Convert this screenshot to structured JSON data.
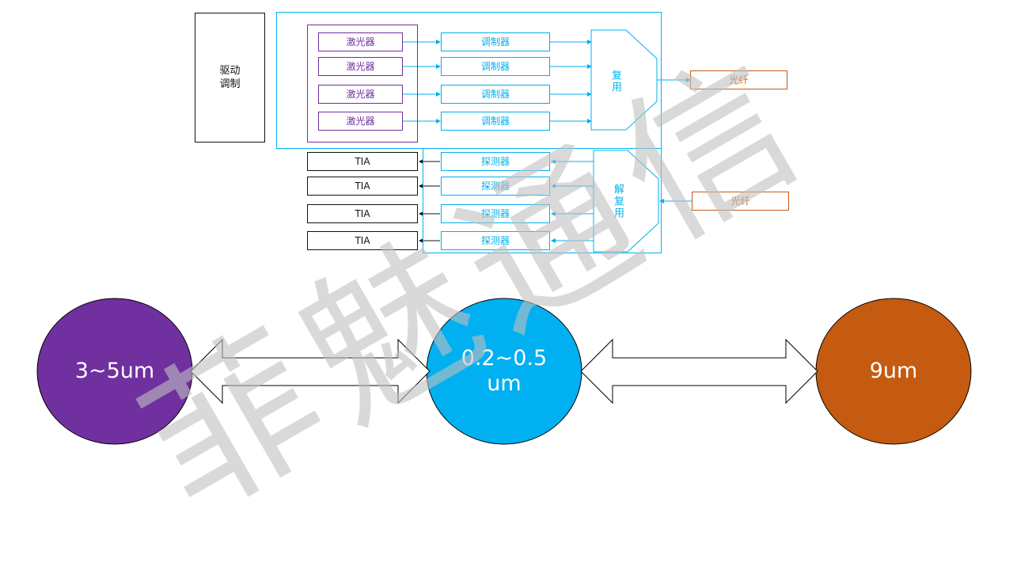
{
  "top_block": {
    "driver_line1": "驱动",
    "driver_line2": "调制",
    "lasers": [
      "激光器",
      "激光器",
      "激光器",
      "激光器"
    ],
    "modulators": [
      "调制器",
      "调制器",
      "调制器",
      "调制器"
    ],
    "mux": "复用",
    "fiber_tx": "光纤"
  },
  "bottom_block": {
    "tia": [
      "TIA",
      "TIA",
      "TIA",
      "TIA"
    ],
    "detectors": [
      "探测器",
      "探测器",
      "探测器",
      "探测器"
    ],
    "demux": "解复用",
    "fiber_rx": "光纤"
  },
  "circles": {
    "left": "3~5um",
    "middle_line1": "0.2~0.5",
    "middle_line2": "um",
    "right": "9um"
  },
  "watermark": "菲魅通信",
  "colors": {
    "purple": "#7030a0",
    "cyan": "#00b0f0",
    "orange": "#c55a11",
    "black": "#111111"
  }
}
